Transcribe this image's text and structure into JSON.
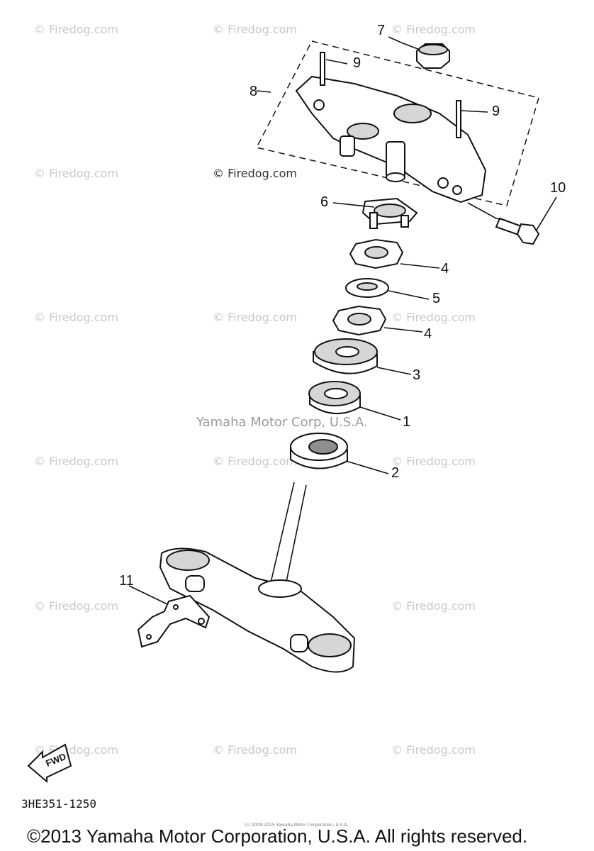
{
  "watermarks": {
    "grid_text": "© Firedog.com",
    "center_text": "© Firedog.com",
    "corp_text": "Yamaha Motor Corp, U.S.A."
  },
  "callouts": {
    "c1": "1",
    "c2": "2",
    "c3": "3",
    "c4a": "4",
    "c4b": "4",
    "c5": "5",
    "c6": "6",
    "c7": "7",
    "c8": "8",
    "c9a": "9",
    "c9b": "9",
    "c10": "10",
    "c11": "11"
  },
  "fwd_label": "FWD",
  "diagram_code": "3HE351-1250",
  "tiny_notice": "(c) 2009-2015 Yamaha Motor Corporation, U.S.A.",
  "copyright": "©2013 Yamaha Motor Corporation, U.S.A. All rights reserved."
}
